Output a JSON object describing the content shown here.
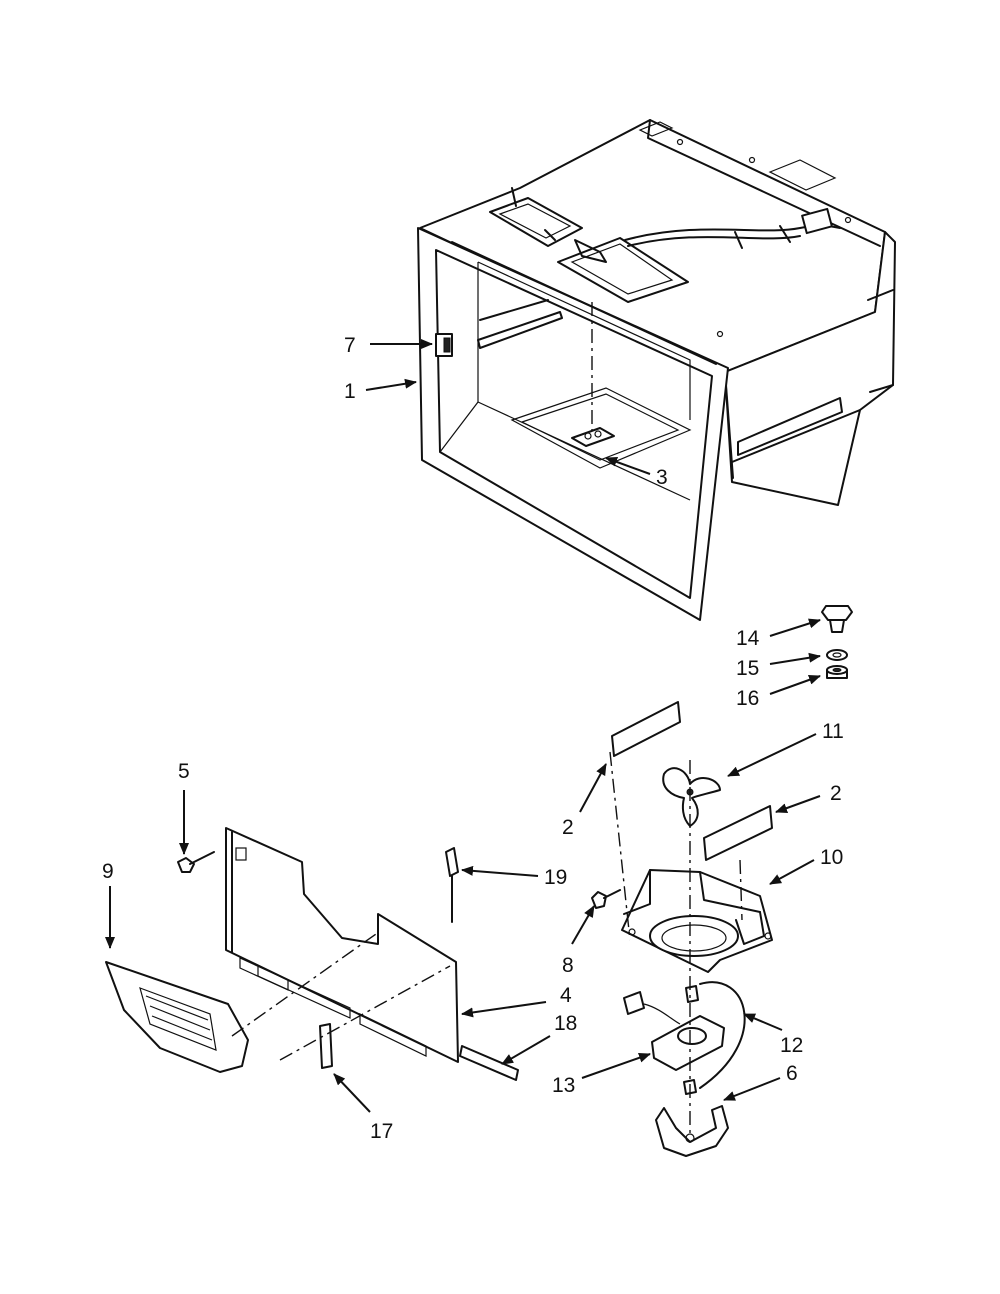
{
  "callouts": {
    "c1": "1",
    "c2a": "2",
    "c2b": "2",
    "c3": "3",
    "c4": "4",
    "c5": "5",
    "c6": "6",
    "c7": "7",
    "c8": "8",
    "c9": "9",
    "c10": "10",
    "c11": "11",
    "c12": "12",
    "c13": "13",
    "c14": "14",
    "c15": "15",
    "c16": "16",
    "c17": "17",
    "c18": "18",
    "c19": "19"
  }
}
